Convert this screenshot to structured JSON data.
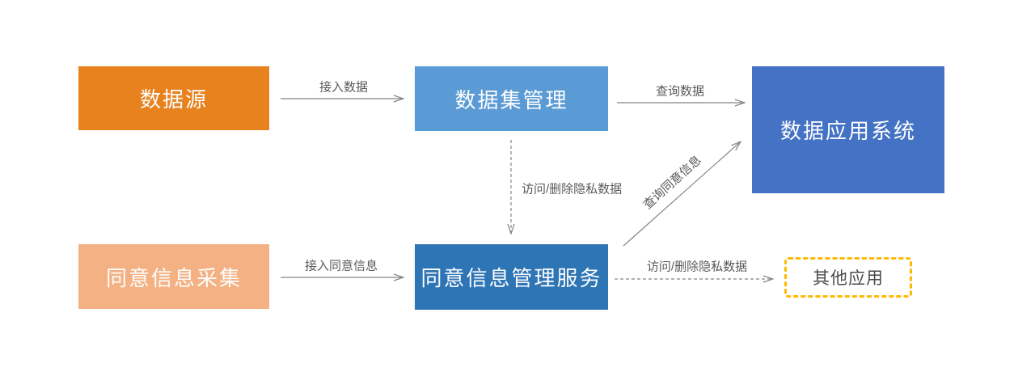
{
  "diagram": {
    "title": "consent-data-flow-diagram",
    "nodes": [
      {
        "id": "data-source",
        "label": "数据源",
        "fill": "#E8821E",
        "text_color": "#FFFFFF",
        "shape": "rect"
      },
      {
        "id": "dataset-management",
        "label": "数据集管理",
        "fill": "#5B9BD5",
        "text_color": "#FFFFFF",
        "shape": "rect"
      },
      {
        "id": "data-application-system",
        "label": "数据应用系统",
        "fill": "#4472C4",
        "text_color": "#FFFFFF",
        "shape": "rect"
      },
      {
        "id": "consent-collection",
        "label": "同意信息采集",
        "fill": "#F4B183",
        "text_color": "#FFFFFF",
        "shape": "rect"
      },
      {
        "id": "consent-management-service",
        "label": "同意信息管理服务",
        "fill": "#2E75B6",
        "text_color": "#FFFFFF",
        "shape": "rect"
      },
      {
        "id": "other-applications",
        "label": "其他应用",
        "fill": "#FFFFFF",
        "border_color": "#FFB900",
        "border_style": "dashed",
        "text_color": "#4A4A4A",
        "shape": "rect"
      }
    ],
    "edges": [
      {
        "from": "data-source",
        "to": "dataset-management",
        "label": "接入数据",
        "line": "solid"
      },
      {
        "from": "dataset-management",
        "to": "data-application-system",
        "label": "查询数据",
        "line": "solid"
      },
      {
        "from": "dataset-management",
        "to": "consent-management-service",
        "label": "访问/删除隐私数据",
        "line": "dashed"
      },
      {
        "from": "consent-collection",
        "to": "consent-management-service",
        "label": "接入同意信息",
        "line": "solid"
      },
      {
        "from": "consent-management-service",
        "to": "data-application-system",
        "label": "查询同意信息",
        "line": "solid"
      },
      {
        "from": "consent-management-service",
        "to": "other-applications",
        "label": "访问/删除隐私数据",
        "line": "dashed"
      }
    ],
    "colors": {
      "arrow": "#858585",
      "edge_label": "#595959",
      "background": "#FFFFFF"
    }
  }
}
